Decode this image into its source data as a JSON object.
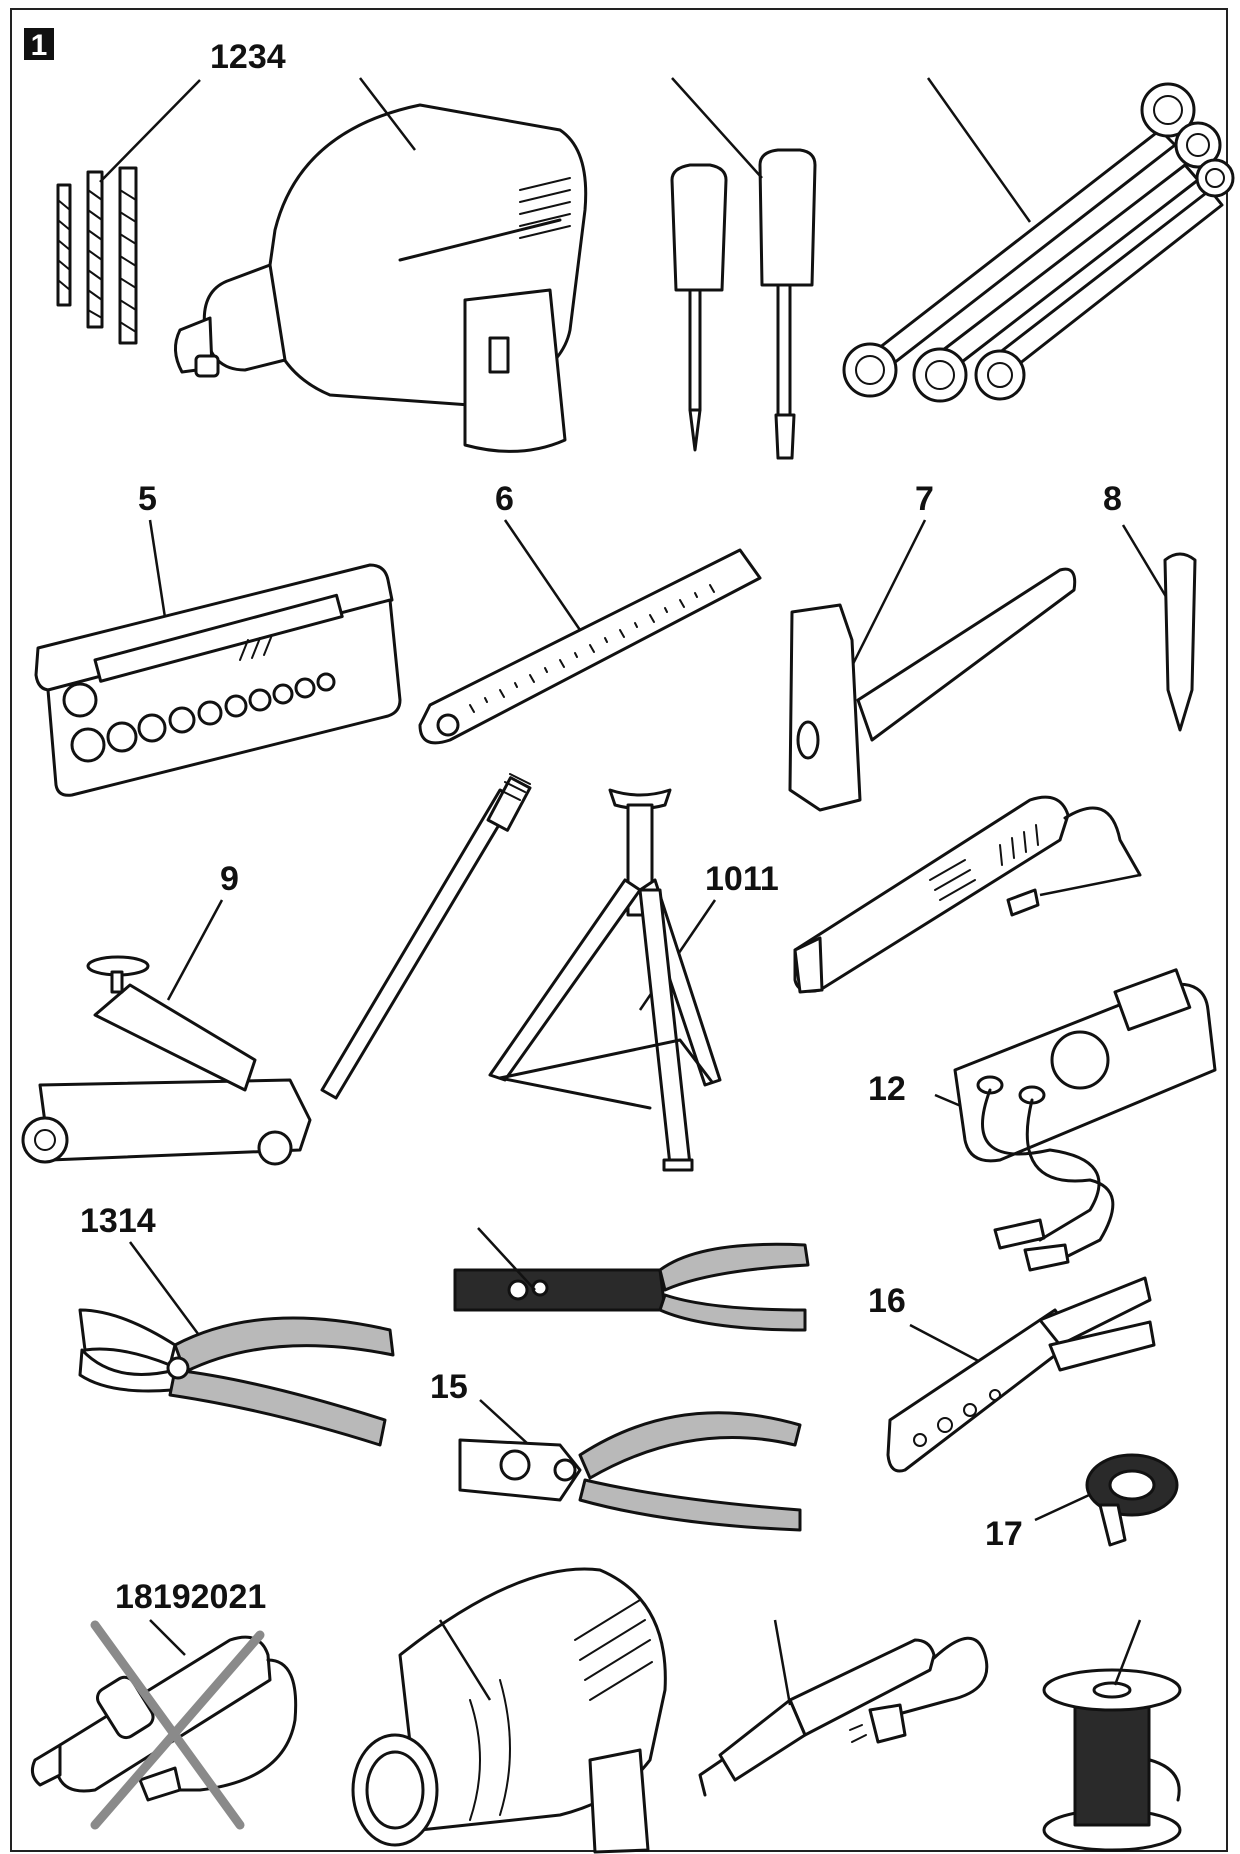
{
  "figure_badge": "1",
  "labels": {
    "drill_bits": "1234",
    "socket_set": "5",
    "ruler": "6",
    "hammer": "7",
    "center_punch": "8",
    "floor_jack": "9",
    "axle_stand": "1011",
    "multimeter": "12",
    "pliers": "1314",
    "crimping_pliers": "15",
    "wire_stripper": "16",
    "insulating_tape": "17",
    "test_lamp": "18192021"
  },
  "colors": {
    "line": "#111111",
    "handle_grey": "#b9b9b9",
    "cross_grey": "#8a8a8a"
  }
}
